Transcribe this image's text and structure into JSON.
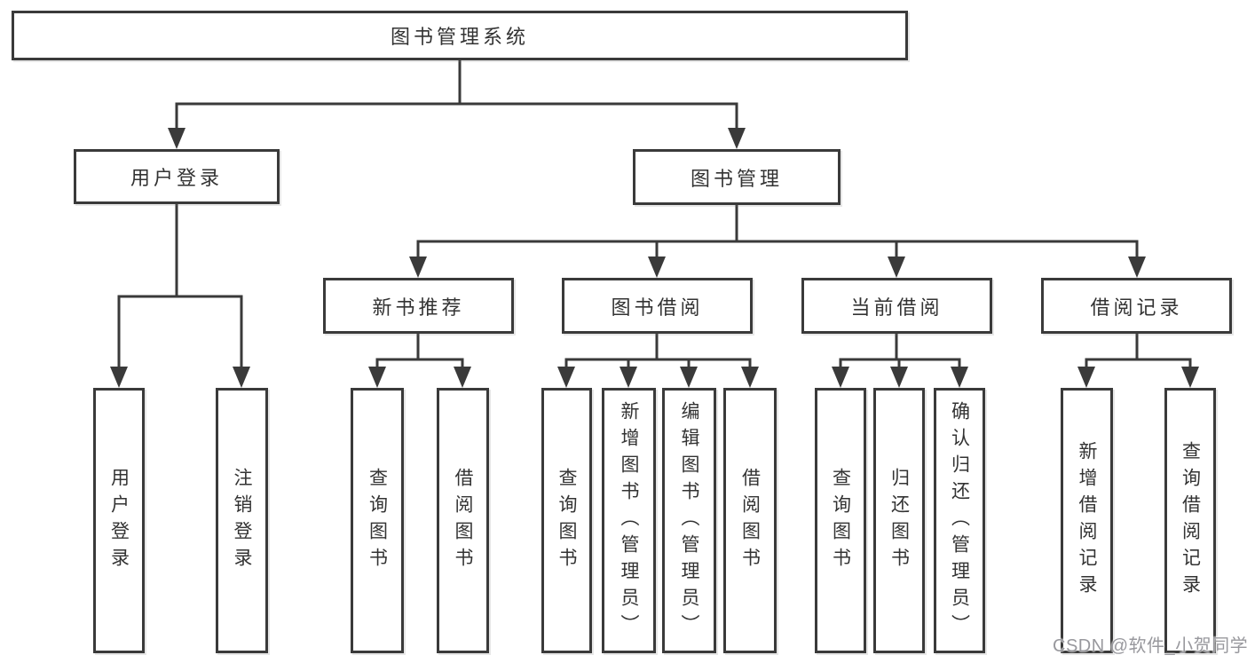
{
  "title": "图书管理系统",
  "tree": {
    "label": "图书管理系统",
    "children": [
      {
        "label": "用户登录",
        "children": [
          {
            "label": "用户登录"
          },
          {
            "label": "注销登录"
          }
        ]
      },
      {
        "label": "图书管理",
        "children": [
          {
            "label": "新书推荐",
            "children": [
              {
                "label": "查询图书"
              },
              {
                "label": "借阅图书"
              }
            ]
          },
          {
            "label": "图书借阅",
            "children": [
              {
                "label": "查询图书"
              },
              {
                "label": "新增图书（管理员）"
              },
              {
                "label": "编辑图书（管理员）"
              },
              {
                "label": "借阅图书"
              }
            ]
          },
          {
            "label": "当前借阅",
            "children": [
              {
                "label": "查询图书"
              },
              {
                "label": "归还图书"
              },
              {
                "label": "确认归还（管理员）"
              }
            ]
          },
          {
            "label": "借阅记录",
            "children": [
              {
                "label": "新增借阅记录"
              },
              {
                "label": "查询借阅记录"
              }
            ]
          }
        ]
      }
    ]
  },
  "watermark": {
    "text": "CSDN @软件_小贺同学"
  },
  "colors": {
    "line": "#3a3a3a",
    "box_background": "#ffffff",
    "text": "#333333",
    "watermark": "#98989d"
  }
}
